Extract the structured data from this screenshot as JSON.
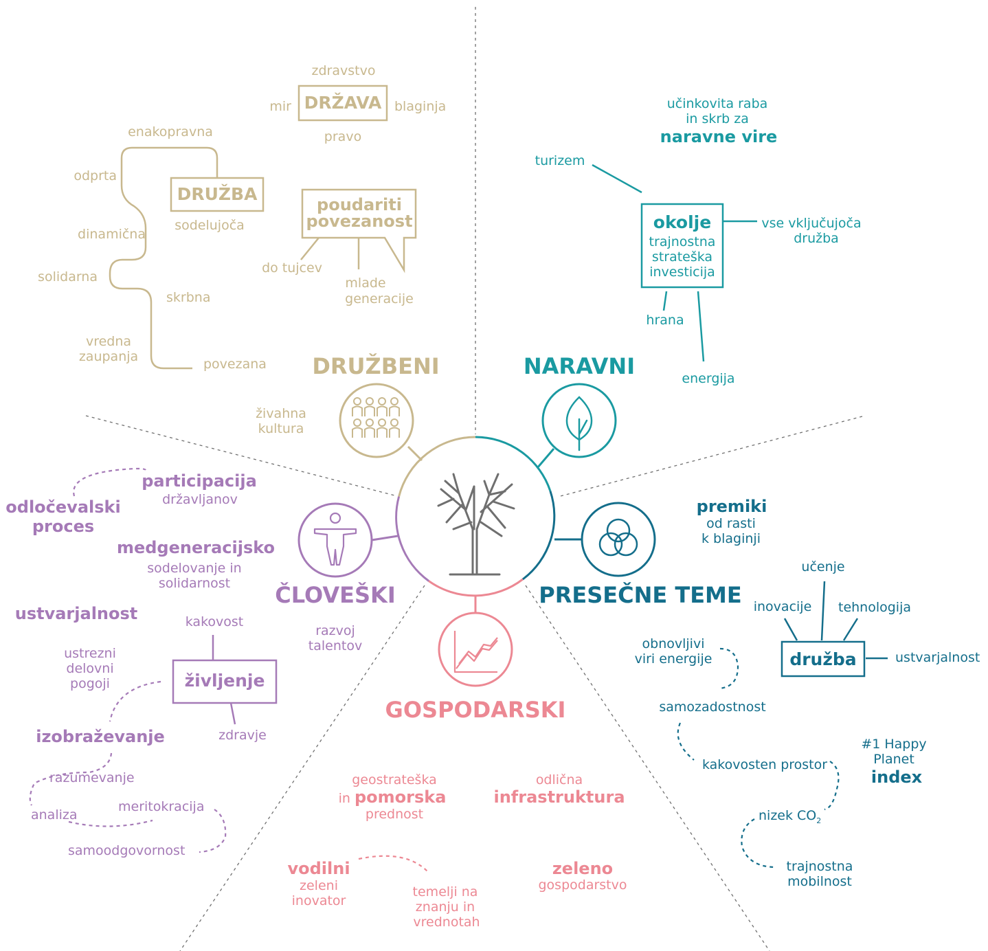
{
  "colors": {
    "gold": "#c8b88e",
    "teal": "#1a9aa1",
    "navy": "#146e8b",
    "purple": "#a57ab7",
    "pink": "#ec8893",
    "tree": "#6f6f6f",
    "divider": "#6f6f6f"
  },
  "center": {
    "icon": "tree-icon"
  },
  "druzbeni": {
    "title": "DRUŽBENI",
    "icon": "people-group-icon",
    "culture": [
      "živahna",
      "kultura"
    ],
    "drzava": {
      "label": "DRŽAVA",
      "top": "zdravstvo",
      "left": "mir",
      "right": "blaginja",
      "bottom": "pravo"
    },
    "druzba": {
      "label": "DRUŽBA",
      "sub": "sodelujoča"
    },
    "adjectives": [
      "enakopravna",
      "odprta",
      "dinamična",
      "solidarna",
      "skrbna",
      "vredna",
      "zaupanja",
      "povezana"
    ],
    "bubble": {
      "line1": "poudariti",
      "line2": "povezanost",
      "left": "do tujcev",
      "mid1": "mlade",
      "mid2": "generacije"
    }
  },
  "naravni": {
    "title": "NARAVNI",
    "icon": "leaf-icon",
    "resources": {
      "line1": "učinkovita raba",
      "line2": "in skrb za",
      "bold": "naravne vire"
    },
    "okolje": {
      "label": "okolje",
      "l1": "trajnostna",
      "l2": "strateška",
      "l3": "investicija"
    },
    "turizem": "turizem",
    "inclusive": [
      "vse vključujoča",
      "družba"
    ],
    "hrana": "hrana",
    "energija": "energija"
  },
  "presecne": {
    "title": "PRESEČNE TEME",
    "icon": "interlocking-rings-icon",
    "premiki": {
      "bold": "premiki",
      "l1": "od rasti",
      "l2": "k blaginji"
    },
    "druzba": {
      "label": "družba",
      "ucenje": "učenje",
      "inovacije": "inovacije",
      "tehnologija": "tehnologija",
      "ustvarjalnost": "ustvarjalnost"
    },
    "obnovljivi": [
      "obnovljivi",
      "viri energije"
    ],
    "samozadostnost": "samozadostnost",
    "prostor": "kakovosten prostor",
    "co2": "nizek CO",
    "co2_sub": "2",
    "mobilnost": [
      "trajnostna",
      "mobilnost"
    ],
    "happy": {
      "l1": "#1 Happy",
      "l2": "Planet",
      "bold": "index"
    }
  },
  "cloveski": {
    "title": "ČLOVEŠKI",
    "icon": "person-icon",
    "participacija": {
      "bold": "participacija",
      "sub": "državljanov"
    },
    "odlocevalski": [
      "odločevalski",
      "proces"
    ],
    "medgeneracijsko": {
      "bold": "medgeneracijsko",
      "l1": "sodelovanje in",
      "l2": "solidarnost"
    },
    "ustvarjalnost": "ustvarjalnost",
    "talent": [
      "razvoj",
      "talentov"
    ],
    "zivljenje": {
      "label": "življenje",
      "top": "kakovost",
      "bottom": "zdravje"
    },
    "pogoji": [
      "ustrezni",
      "delovni",
      "pogoji"
    ],
    "izobrazevanje": "izobraževanje",
    "razumevanje": "razumevanje",
    "analiza": "analiza",
    "meritokracija": "meritokracija",
    "samoodgovornost": "samoodgovornost"
  },
  "gospodarski": {
    "title": "GOSPODARSKI",
    "icon": "growth-chart-icon",
    "pomorska": {
      "l1": "geostrateška",
      "in": "in ",
      "bold": "pomorska",
      "l3": "prednost"
    },
    "infra": {
      "l1": "odlična",
      "bold": "infrastruktura"
    },
    "vodilni": {
      "bold": "vodilni",
      "l1": "zeleni",
      "l2": "inovator"
    },
    "temelji": [
      "temelji na",
      "znanju in",
      "vrednotah"
    ],
    "zeleno": {
      "bold": "zeleno",
      "l1": "gospodarstvo"
    }
  }
}
